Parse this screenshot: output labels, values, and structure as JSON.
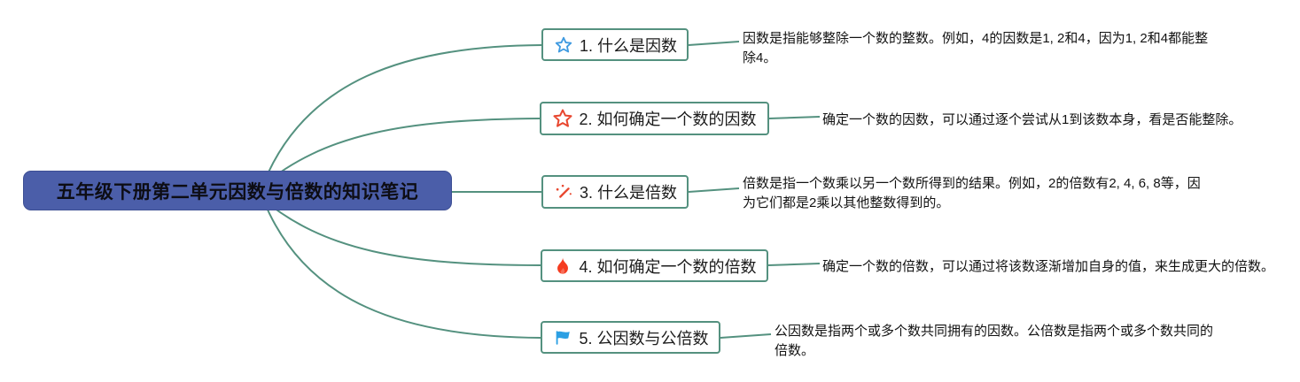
{
  "root": {
    "label": "五年级下册第二单元因数与倍数的知识笔记",
    "fill_color": "#4b5ea9"
  },
  "branches": [
    {
      "icon": "blue-star-icon",
      "icon_color": "#3f9ae0",
      "label": "1. 什么是因数",
      "note": "因数是指能够整除一个数的整数。例如，4的因数是1, 2和4，因为1, 2和4都能整除4。"
    },
    {
      "icon": "red-star-icon",
      "icon_color": "#e8472f",
      "label": "2. 如何确定一个数的因数",
      "note": "确定一个数的因数，可以通过逐个尝试从1到该数本身，看是否能整除。"
    },
    {
      "icon": "magic-wand-icon",
      "icon_color": "#e8472f",
      "label": "3. 什么是倍数",
      "note": "倍数是指一个数乘以另一个数所得到的结果。例如，2的倍数有2, 4, 6, 8等，因为它们都是2乘以其他整数得到的。"
    },
    {
      "icon": "flame-icon",
      "icon_color": "#f53c20",
      "label": "4. 如何确定一个数的倍数",
      "note": "确定一个数的倍数，可以通过将该数逐渐增加自身的值，来生成更大的倍数。"
    },
    {
      "icon": "flag-icon",
      "icon_color": "#2b9fe3",
      "label": "5. 公因数与公倍数",
      "note": "公因数是指两个或多个数共同拥有的因数。公倍数是指两个或多个数共同的倍数。"
    }
  ],
  "colors": {
    "edge": "#54917f",
    "node_border": "#54917f",
    "note_text": "#121212"
  }
}
